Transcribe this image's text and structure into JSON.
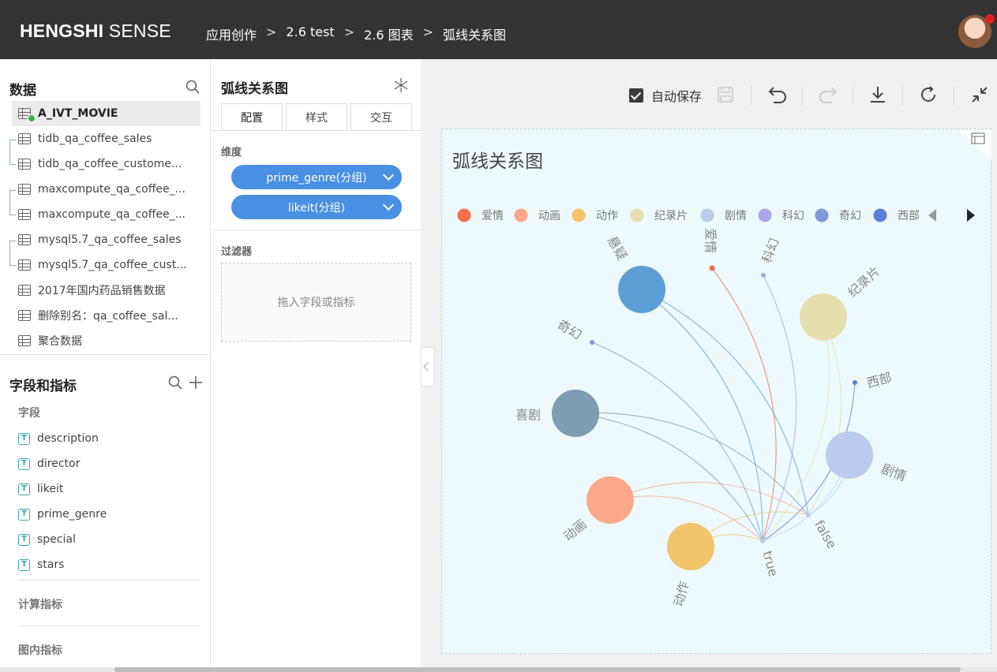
{
  "header": {
    "brand_bold": "HENGSHI",
    "brand_rest": "SENSE",
    "breadcrumbs": [
      "应用创作",
      "2.6 test",
      "2.6 图表",
      "弧线关系图"
    ],
    "separator": ">"
  },
  "data_panel": {
    "title": "数据",
    "datasets": [
      {
        "label": "A_IVT_MOVIE",
        "active": true
      },
      {
        "label": "tidb_qa_coffee_sales"
      },
      {
        "label": "tidb_qa_coffee_custome..."
      },
      {
        "label": "maxcompute_qa_coffee_..."
      },
      {
        "label": "maxcompute_qa_coffee_..."
      },
      {
        "label": "mysql5.7_qa_coffee_sales"
      },
      {
        "label": "mysql5.7_qa_coffee_cust..."
      },
      {
        "label": "2017年国内药品销售数据"
      },
      {
        "label": "删除别名：qa_coffee_sal..."
      },
      {
        "label": "聚合数据"
      }
    ]
  },
  "fields_panel": {
    "title": "字段和指标",
    "fields_heading": "字段",
    "fields": [
      "description",
      "director",
      "likeit",
      "prime_genre",
      "special",
      "stars"
    ],
    "field_type_glyph": "T",
    "calc_heading": "计算指标",
    "inchart_heading": "图内指标"
  },
  "config_panel": {
    "title": "弧线关系图",
    "tabs": [
      "配置",
      "样式",
      "交互"
    ],
    "dimension_label": "维度",
    "dimensions": [
      "prime_genre(分组)",
      "likeit(分组)"
    ],
    "filter_label": "过滤器",
    "filter_placeholder": "拖入字段或指标"
  },
  "toolbar": {
    "autosave_label": "自动保存",
    "autosave_checked": true
  },
  "chart": {
    "title": "弧线关系图",
    "legend": [
      {
        "name": "爱情",
        "color": "#f46d4c"
      },
      {
        "name": "动画",
        "color": "#fba88a"
      },
      {
        "name": "动作",
        "color": "#f2c46b"
      },
      {
        "name": "纪录片",
        "color": "#e6dfae"
      },
      {
        "name": "剧情",
        "color": "#b9ccee"
      },
      {
        "name": "科幻",
        "color": "#a9a7e6"
      },
      {
        "name": "奇幻",
        "color": "#7d9ad6"
      },
      {
        "name": "西部",
        "color": "#5d7ed8"
      }
    ],
    "legend_visible": [
      "爱情",
      "动画",
      "动作",
      "纪录片",
      "剧情",
      "科幻",
      "奇幻",
      "西部"
    ],
    "legend_truncated_last": "西部"
  },
  "chart_data": {
    "type": "arc-relation",
    "title": "弧线关系图",
    "source_nodes": [
      {
        "name": "悬疑",
        "color": "#5b9fd6",
        "size": "large"
      },
      {
        "name": "爱情",
        "color": "#f46d4c",
        "size": "small"
      },
      {
        "name": "科幻",
        "color": "#a9a7e6",
        "size": "small"
      },
      {
        "name": "纪录片",
        "color": "#e6dfae",
        "size": "large"
      },
      {
        "name": "西部",
        "color": "#5d7ed8",
        "size": "small"
      },
      {
        "name": "剧情",
        "color": "#b9ccee",
        "size": "large"
      },
      {
        "name": "false",
        "color": "#b9ccee",
        "size": "small"
      },
      {
        "name": "true",
        "color": "#b9ccee",
        "size": "small"
      },
      {
        "name": "动作",
        "color": "#f2c46b",
        "size": "large"
      },
      {
        "name": "动画",
        "color": "#fba88a",
        "size": "large"
      },
      {
        "name": "喜剧",
        "color": "#7d9db0",
        "size": "large"
      },
      {
        "name": "奇幻",
        "color": "#7d9ad6",
        "size": "small"
      }
    ],
    "links": [
      {
        "from": "悬疑",
        "to": "true"
      },
      {
        "from": "悬疑",
        "to": "false"
      },
      {
        "from": "爱情",
        "to": "true"
      },
      {
        "from": "科幻",
        "to": "true"
      },
      {
        "from": "纪录片",
        "to": "true"
      },
      {
        "from": "纪录片",
        "to": "false"
      },
      {
        "from": "西部",
        "to": "true"
      },
      {
        "from": "剧情",
        "to": "true"
      },
      {
        "from": "剧情",
        "to": "false"
      },
      {
        "from": "动作",
        "to": "true"
      },
      {
        "from": "动作",
        "to": "false"
      },
      {
        "from": "动画",
        "to": "true"
      },
      {
        "from": "动画",
        "to": "false"
      },
      {
        "from": "喜剧",
        "to": "true"
      },
      {
        "from": "喜剧",
        "to": "false"
      },
      {
        "from": "奇幻",
        "to": "true"
      }
    ]
  }
}
